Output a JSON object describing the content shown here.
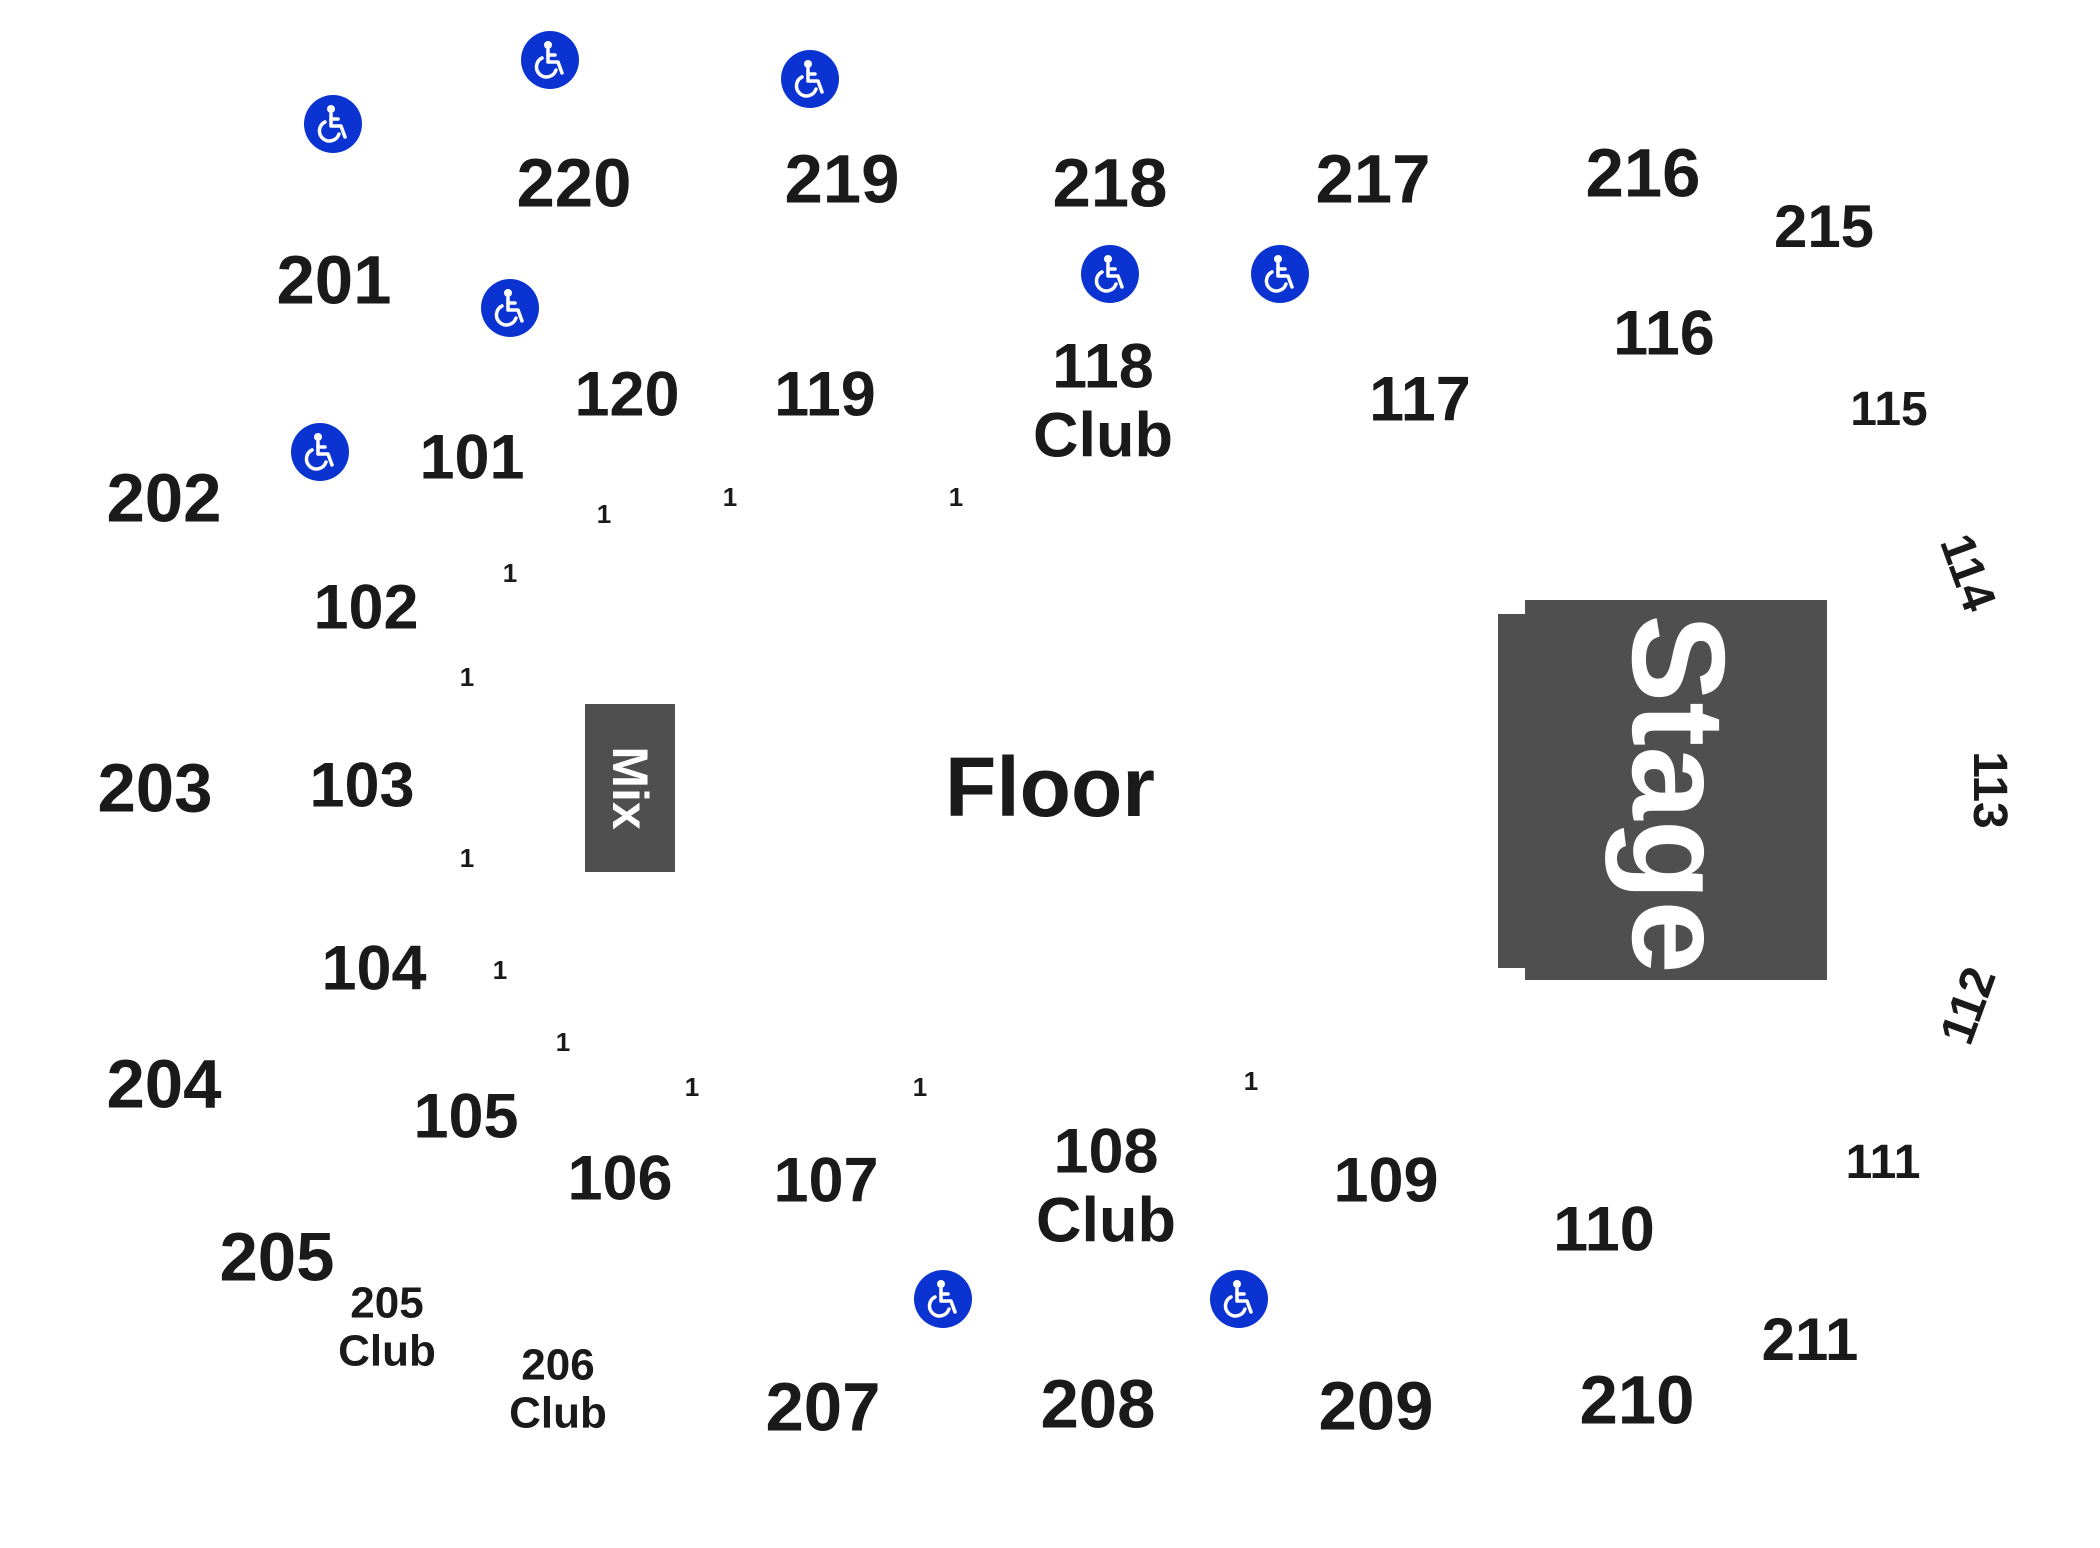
{
  "colors": {
    "background": "#ffffff",
    "text": "#1a1a1a",
    "stage": "#4f4f4f",
    "accessible": "#0b33d1",
    "stage_text": "#ffffff"
  },
  "icons": {
    "accessible": "wheelchair-icon"
  },
  "map": {
    "floor_label": "Floor",
    "stage_label": "Stage",
    "mix_label": "Mix",
    "upper_sections": [
      "201",
      "202",
      "203",
      "204",
      "205",
      "207",
      "208",
      "209",
      "210",
      "211",
      "215",
      "216",
      "217",
      "218",
      "219",
      "220"
    ],
    "lower_sections": [
      "101",
      "102",
      "103",
      "104",
      "105",
      "106",
      "107",
      "109",
      "110",
      "111",
      "112",
      "113",
      "114",
      "115",
      "116",
      "117",
      "119",
      "120"
    ],
    "club_sections": {
      "s118": {
        "number": "118",
        "word": "Club"
      },
      "s108": {
        "number": "108",
        "word": "Club"
      },
      "s205": {
        "number": "205",
        "word": "Club"
      },
      "s206": {
        "number": "206",
        "word": "Club"
      }
    },
    "row_marker": "1"
  }
}
